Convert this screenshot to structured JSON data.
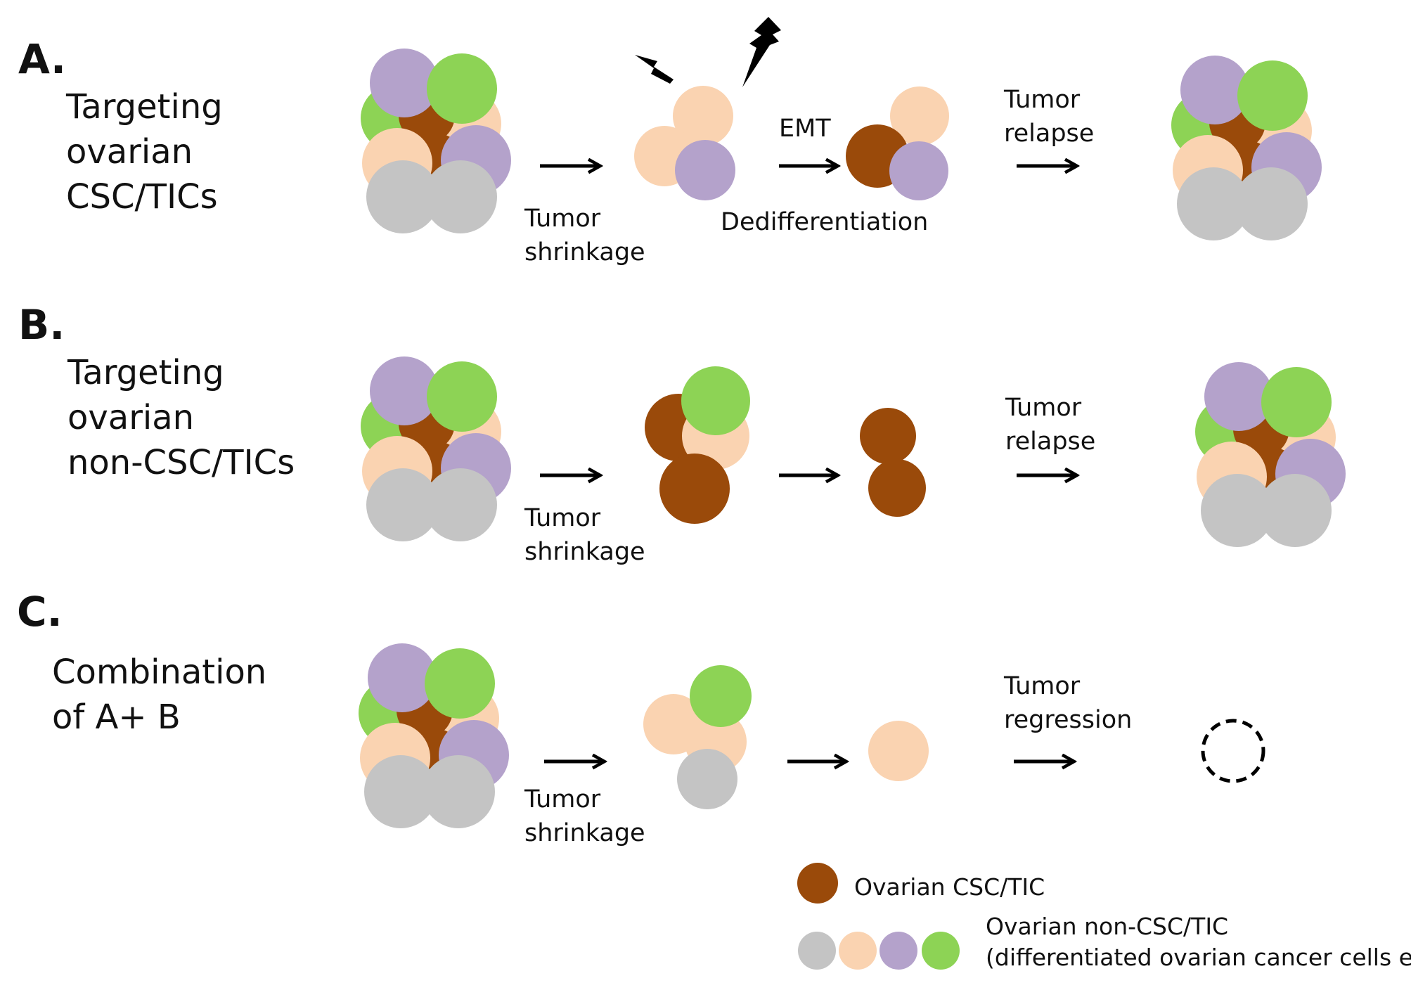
{
  "panels": [
    {
      "letter": "A.",
      "title_lines": [
        "Targeting",
        "ovarian",
        "CSC/TICs"
      ],
      "step1_label_lines": [
        "Tumor",
        "shrinkage"
      ],
      "step2_label_above": "EMT",
      "step2_label_below": "Dedifferentiation",
      "step3_label_lines": [
        "Tumor",
        "relapse"
      ]
    },
    {
      "letter": "B.",
      "title_lines": [
        "Targeting",
        "ovarian",
        "non-CSC/TICs"
      ],
      "step1_label_lines": [
        "Tumor",
        "shrinkage"
      ],
      "step3_label_lines": [
        "Tumor",
        "relapse"
      ]
    },
    {
      "letter": "C.",
      "title_lines": [
        "Combination",
        "of A+ B"
      ],
      "step1_label_lines": [
        "Tumor",
        "shrinkage"
      ],
      "step3_label_lines": [
        "Tumor",
        "regression"
      ]
    }
  ],
  "legend": {
    "csc_label": "Ovarian CSC/TIC",
    "non_csc_label_lines": [
      "Ovarian non-CSC/TIC",
      "(differentiated ovarian cancer cells etc )"
    ]
  },
  "colors": {
    "csc": "#9A4A0A",
    "grey": "#C4C4C4",
    "peach": "#FAD3B1",
    "purple": "#B4A2CB",
    "green": "#8DD355",
    "arrow": "#000000"
  },
  "icons": [
    "lightning-bolt-icon",
    "arrow-right-icon",
    "dashed-empty-circle-icon"
  ]
}
